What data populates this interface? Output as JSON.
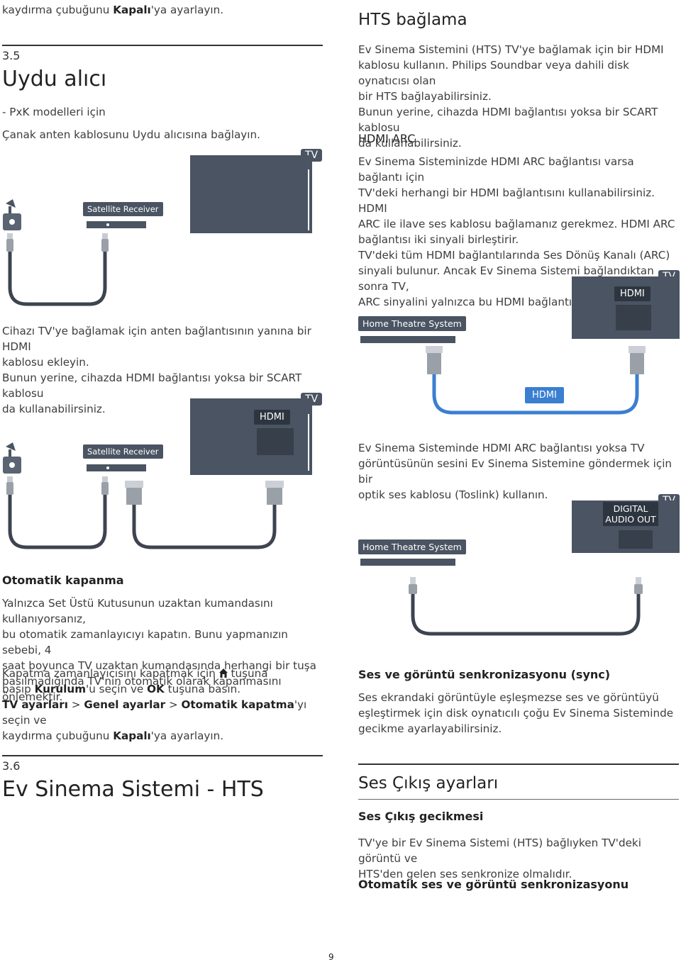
{
  "left": {
    "top_text_pre": "kaydırma çubuğunu ",
    "top_text_bold": "Kapalı",
    "top_text_post": "'ya ayarlayın.",
    "sec35": {
      "number": "3.5",
      "title": "Uydu alıcı",
      "sub": "- PxK modelleri için",
      "p1": "Çanak anten kablosunu Uydu alıcısına bağlayın."
    },
    "diagram1": {
      "tv": "TV",
      "receiver": "Satellite Receiver"
    },
    "p2_line1": "Cihazı TV'ye bağlamak için anten bağlantısının yanına bir HDMI",
    "p2_line2": "kablosu ekleyin.",
    "p2_line3": "Bunun yerine, cihazda HDMI bağlantısı yoksa bir SCART kablosu",
    "p2_line4": "da kullanabilirsiniz.",
    "diagram2": {
      "tv": "TV",
      "hdmi": "HDMI",
      "receiver": "Satellite Receiver"
    },
    "auto_off": {
      "heading": "Otomatik kapanma",
      "l1": "Yalnızca Set Üstü Kutusunun uzaktan kumandasını kullanıyorsanız,",
      "l2": "bu otomatik zamanlayıcıyı kapatın. Bunu yapmanızın sebebi, 4",
      "l3": "saat boyunca TV uzaktan kumandasında herhangi bir tuşa",
      "l4": "basılmadığında TV'nin otomatik olarak kapanmasını önlemektir.",
      "m1a": "Kapatma zamanlayıcısını kapatmak için ",
      "m1b": " tuşuna",
      "m2a": "basıp ",
      "m2b": "Kurulum",
      "m2c": "'u seçin ve ",
      "m2d": "OK",
      "m2e": " tuşuna basın.",
      "m3a": "TV ayarları",
      "m3b": " > ",
      "m3c": "Genel ayarlar",
      "m3d": " > ",
      "m3e": "Otomatik kapatma",
      "m3f": "'yı seçin ve",
      "m4a": "kaydırma çubuğunu ",
      "m4b": "Kapalı",
      "m4c": "'ya ayarlayın."
    },
    "sec36": {
      "number": "3.6",
      "title": "Ev Sinema Sistemi - HTS"
    }
  },
  "right": {
    "hts_title": "HTS bağlama",
    "hts_l1": "Ev Sinema Sistemini (HTS) TV'ye bağlamak için bir HDMI",
    "hts_l2": "kablosu kullanın. Philips Soundbar veya dahili disk oynatıcısı olan",
    "hts_l3": "bir HTS bağlayabilirsiniz.",
    "hts_l4": "Bunun yerine, cihazda HDMI bağlantısı yoksa bir SCART kablosu",
    "hts_l5": "da kullanabilirsiniz.",
    "arc_heading": "HDMI ARC",
    "arc_l1": "Ev Sinema Sisteminizde HDMI ARC bağlantısı varsa bağlantı için",
    "arc_l2": "TV'deki herhangi bir HDMI bağlantısını kullanabilirsiniz. HDMI",
    "arc_l3": "ARC ile ilave ses kablosu bağlamanız gerekmez. HDMI ARC",
    "arc_l4": "bağlantısı iki sinyali birleştirir.",
    "arc_l5": "TV'deki tüm HDMI bağlantılarında Ses Dönüş Kanalı (ARC)",
    "arc_l6": "sinyali bulunur. Ancak Ev Sinema Sistemi bağlandıktan sonra TV,",
    "arc_l7": "ARC sinyalini yalnızca bu HDMI bağlantısına gönderebilir.",
    "diagram3": {
      "tv": "TV",
      "hdmi": "HDMI",
      "hts": "Home Theatre System",
      "hdmi2": "HDMI"
    },
    "opt_l1": "Ev Sinema Sisteminde HDMI ARC bağlantısı yoksa TV",
    "opt_l2": "görüntüsünün sesini Ev Sinema Sistemine göndermek için bir",
    "opt_l3": "optik ses kablosu (Toslink) kullanın.",
    "diagram4": {
      "tv": "TV",
      "digital1": "DIGITAL",
      "digital2": "AUDIO OUT",
      "hts": "Home Theatre System"
    },
    "sync_heading": "Ses ve görüntü senkronizasyonu (sync)",
    "sync_l1": "Ses ekrandaki görüntüyle eşleşmezse ses ve görüntüyü",
    "sync_l2": "eşleştirmek için disk oynatıcılı çoğu Ev Sinema Sisteminde",
    "sync_l3": "gecikme ayarlayabilirsiniz.",
    "audio_title": "Ses Çıkış ayarları",
    "delay_heading": "Ses Çıkış gecikmesi",
    "delay_l1": "TV'ye bir Ev Sinema Sistemi (HTS) bağlıyken TV'deki görüntü ve",
    "delay_l2": "HTS'den gelen ses senkronize olmalıdır.",
    "auto_sync_heading": "Otomatik ses ve görüntü senkronizasyonu"
  },
  "page_number": "9",
  "colors": {
    "device": "#4a5462",
    "hdmi_blue": "#3a7fd0",
    "cable": "#3d4450"
  },
  "icons": [
    "home-icon",
    "satellite-dish-icon"
  ]
}
